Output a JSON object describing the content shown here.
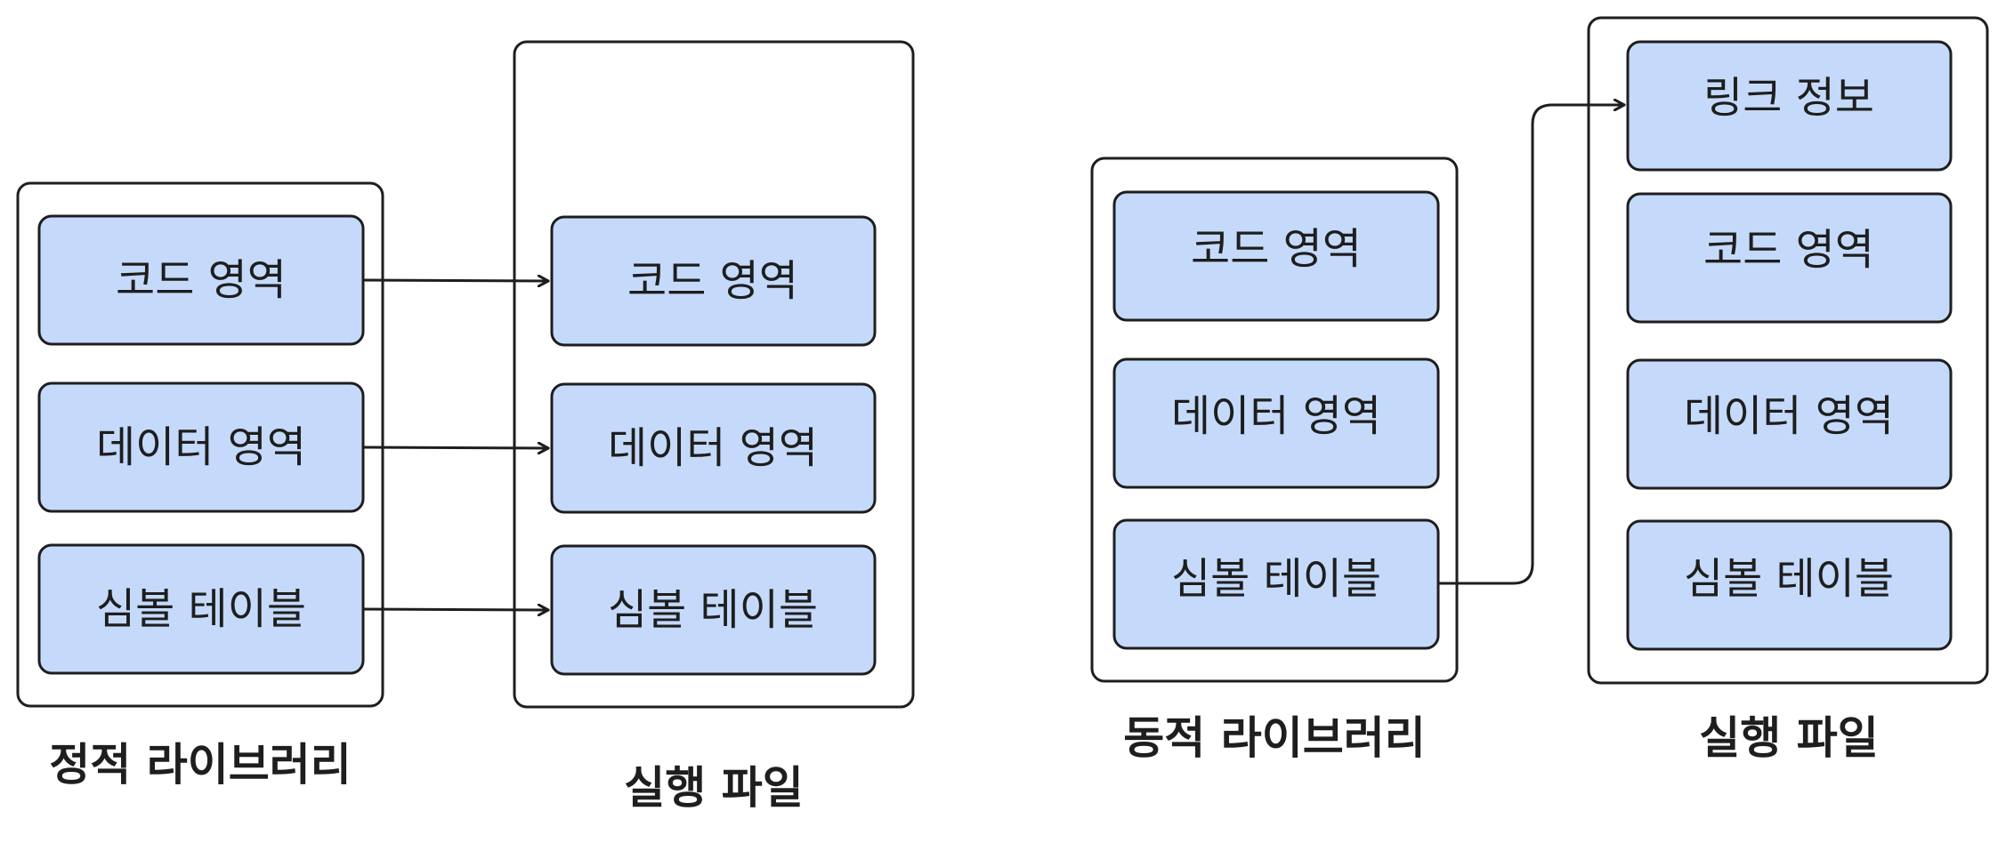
{
  "static_section": {
    "library": {
      "caption": "정적 라이브러리",
      "boxes": [
        "코드 영역",
        "데이터 영역",
        "심볼 테이블"
      ]
    },
    "executable": {
      "caption": "실행 파일",
      "boxes": [
        "코드 영역",
        "데이터 영역",
        "심볼 테이블"
      ]
    }
  },
  "dynamic_section": {
    "library": {
      "caption": "동적 라이브러리",
      "boxes": [
        "코드 영역",
        "데이터 영역",
        "심볼 테이블"
      ]
    },
    "executable": {
      "caption": "실행 파일",
      "boxes": [
        "링크 정보",
        "코드 영역",
        "데이터 영역",
        "심볼 테이블"
      ]
    }
  },
  "colors": {
    "box_fill": "#c5dafb",
    "stroke": "#1e1e1e",
    "background": "#ffffff"
  }
}
